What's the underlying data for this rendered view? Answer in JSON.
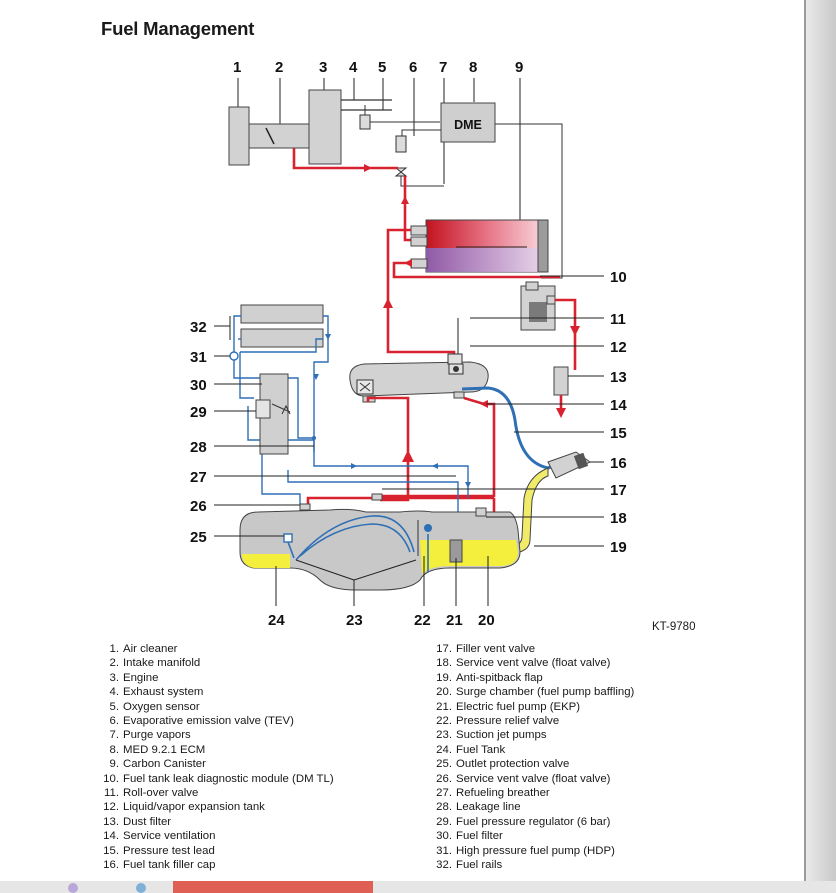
{
  "page": {
    "title": "Fuel Management",
    "figure_id": "KT-9780",
    "top_numbers": [
      "1",
      "2",
      "3",
      "4",
      "5",
      "6",
      "7",
      "8",
      "9"
    ],
    "left_numbers": [
      "32",
      "31",
      "30",
      "29",
      "28",
      "27",
      "26",
      "25"
    ],
    "right_numbers": [
      "10",
      "11",
      "12",
      "13",
      "14",
      "15",
      "16",
      "17",
      "18",
      "19"
    ],
    "bottom_numbers": [
      "24",
      "23",
      "22",
      "21",
      "20"
    ],
    "dme_label": "DME"
  },
  "legend_left": [
    {
      "n": "1.",
      "text": "Air cleaner"
    },
    {
      "n": "2.",
      "text": "Intake manifold"
    },
    {
      "n": "3.",
      "text": "Engine"
    },
    {
      "n": "4.",
      "text": "Exhaust system"
    },
    {
      "n": "5.",
      "text": "Oxygen sensor"
    },
    {
      "n": "6.",
      "text": "Evaporative emission valve (TEV)"
    },
    {
      "n": "7.",
      "text": "Purge vapors"
    },
    {
      "n": "8.",
      "text": "MED 9.2.1 ECM"
    },
    {
      "n": "9.",
      "text": "Carbon Canister"
    },
    {
      "n": "10.",
      "text": "Fuel tank leak diagnostic module (DM TL)"
    },
    {
      "n": "11.",
      "text": "Roll-over valve"
    },
    {
      "n": "12.",
      "text": "Liquid/vapor expansion tank"
    },
    {
      "n": "13.",
      "text": "Dust filter"
    },
    {
      "n": "14.",
      "text": "Service ventilation"
    },
    {
      "n": "15.",
      "text": "Pressure test lead"
    },
    {
      "n": "16.",
      "text": "Fuel tank filler cap"
    }
  ],
  "legend_right": [
    {
      "n": "17.",
      "text": "Filler vent valve"
    },
    {
      "n": "18.",
      "text": "Service vent valve (float valve)"
    },
    {
      "n": "19.",
      "text": "Anti-spitback flap"
    },
    {
      "n": "20.",
      "text": "Surge chamber (fuel pump baffling)"
    },
    {
      "n": "21.",
      "text": "Electric fuel pump (EKP)"
    },
    {
      "n": "22.",
      "text": "Pressure relief valve"
    },
    {
      "n": "23.",
      "text": "Suction jet pumps"
    },
    {
      "n": "24.",
      "text": "Fuel Tank"
    },
    {
      "n": "25.",
      "text": "Outlet protection valve"
    },
    {
      "n": "26.",
      "text": "Service vent valve (float valve)"
    },
    {
      "n": "27.",
      "text": "Refueling breather"
    },
    {
      "n": "28.",
      "text": "Leakage line"
    },
    {
      "n": "29.",
      "text": "Fuel pressure regulator (6 bar)"
    },
    {
      "n": "30.",
      "text": "Fuel filter"
    },
    {
      "n": "31.",
      "text": "High pressure fuel pump (HDP)"
    },
    {
      "n": "32.",
      "text": "Fuel rails"
    }
  ],
  "colors": {
    "purge_line": "#d8222f",
    "fuel_line": "#2e6fb5",
    "fuel": "#f3ef3c",
    "component": "#cfcfcf"
  }
}
